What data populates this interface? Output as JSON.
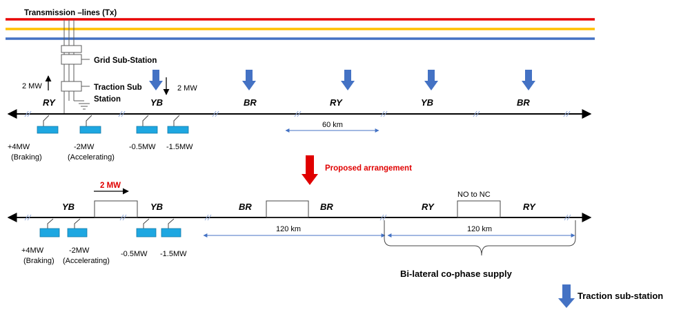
{
  "colors": {
    "line_red": "#e80000",
    "line_yellow": "#ffc000",
    "line_blue": "#4472c4",
    "substation_arrow": "#4472c4",
    "load_box": "#1ea7e1",
    "proposed_arrow": "#e00000",
    "dimension_line": "#4472c4"
  },
  "top": {
    "transmission_label": "Transmission –lines (Tx)",
    "grid_substation_label": "Grid Sub-Station",
    "traction_sub_label_1": "Traction Sub",
    "traction_sub_label_2": "Station",
    "power_up_label": "2 MW",
    "power_down_label": "2 MW",
    "phases": [
      "RY",
      "YB",
      "BR",
      "RY",
      "YB",
      "BR"
    ],
    "distance_label": "60 km",
    "loads": [
      {
        "value": "+4MW",
        "mode": "(Braking)"
      },
      {
        "value": "-2MW",
        "mode": "(Accelerating)"
      },
      {
        "value": "-0.5MW",
        "mode": ""
      },
      {
        "value": "-1.5MW",
        "mode": ""
      }
    ]
  },
  "proposed_label": "Proposed arrangement",
  "bottom": {
    "transfer_label": "2 MW",
    "phases": [
      "YB",
      "YB",
      "BR",
      "BR",
      "RY",
      "RY"
    ],
    "no_nc_label": "NO to NC",
    "distance_1": "120 km",
    "distance_2": "120 km",
    "cophase_label": "Bi-lateral co-phase supply",
    "loads": [
      {
        "value": "+4MW",
        "mode": "(Braking)"
      },
      {
        "value": "-2MW",
        "mode": "(Accelerating)"
      },
      {
        "value": "-0.5MW",
        "mode": ""
      },
      {
        "value": "-1.5MW",
        "mode": ""
      }
    ]
  },
  "legend": {
    "icon": "down-arrow-icon",
    "label": "Traction sub-station"
  }
}
